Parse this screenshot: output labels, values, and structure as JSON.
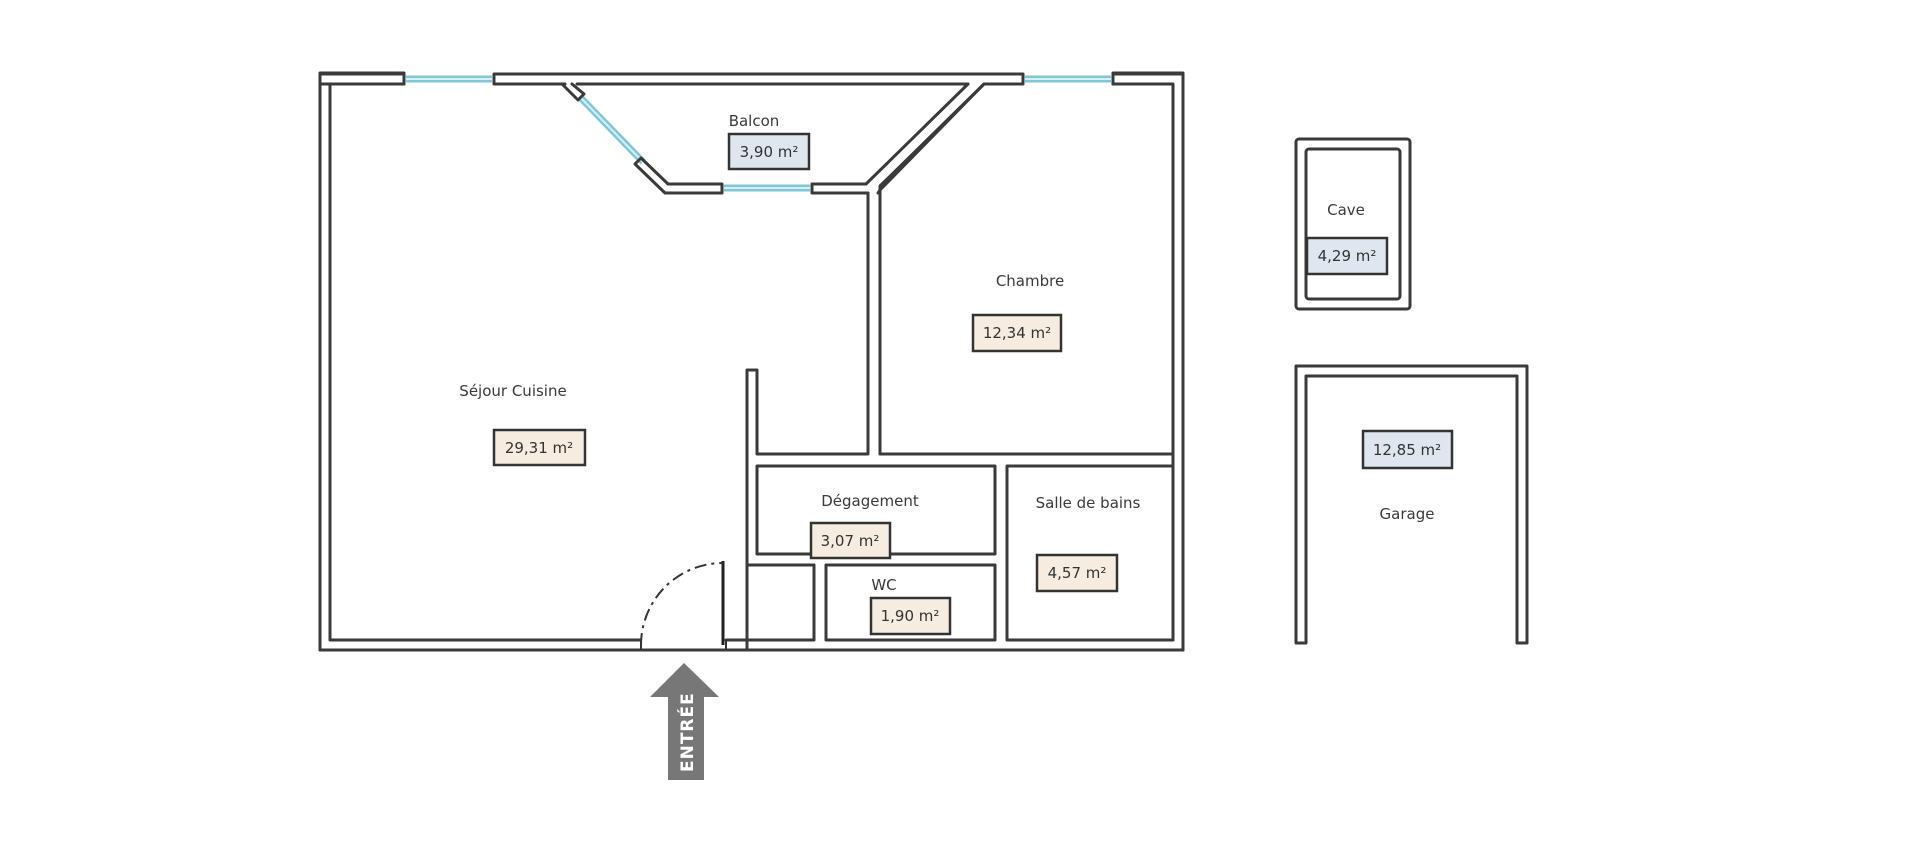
{
  "plan": {
    "rooms": [
      {
        "id": "sejour",
        "name": "Séjour Cuisine",
        "area": "29,31 m²",
        "kind": "living"
      },
      {
        "id": "balcon",
        "name": "Balcon",
        "area": "3,90 m²",
        "kind": "annex"
      },
      {
        "id": "chambre",
        "name": "Chambre",
        "area": "12,34 m²",
        "kind": "living"
      },
      {
        "id": "degagement",
        "name": "Dégagement",
        "area": "3,07 m²",
        "kind": "living"
      },
      {
        "id": "sdb",
        "name": "Salle de bains",
        "area": "4,57 m²",
        "kind": "living"
      },
      {
        "id": "wc",
        "name": "WC",
        "area": "1,90 m²",
        "kind": "living"
      },
      {
        "id": "cave",
        "name": "Cave",
        "area": "4,29 m²",
        "kind": "annex"
      },
      {
        "id": "garage",
        "name": "Garage",
        "area": "12,85 m²",
        "kind": "annex"
      }
    ],
    "entrance_label": "ENTRÉE",
    "colors": {
      "living_area_fill": "#f6ece0",
      "annex_area_fill": "#dfe6ef",
      "window": "#7fc7d6",
      "wall": "#3a3a3a",
      "arrow": "#777777"
    }
  }
}
